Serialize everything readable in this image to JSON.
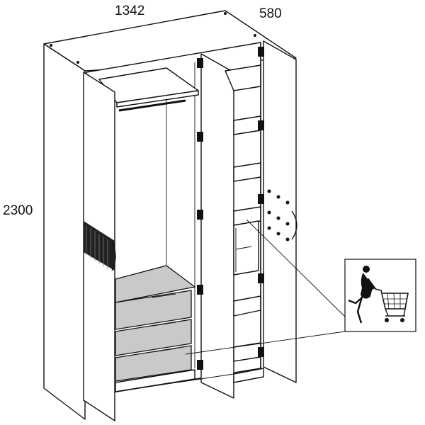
{
  "dimensions": {
    "width": "1342",
    "depth": "580",
    "height": "2300"
  },
  "icons": {
    "wardrobe": "wardrobe-illustration",
    "shopper": "woman-with-shopping-cart-icon"
  },
  "colors": {
    "line": "#111111",
    "drawer_fill": "#c9c9c9",
    "background": "#ffffff"
  }
}
